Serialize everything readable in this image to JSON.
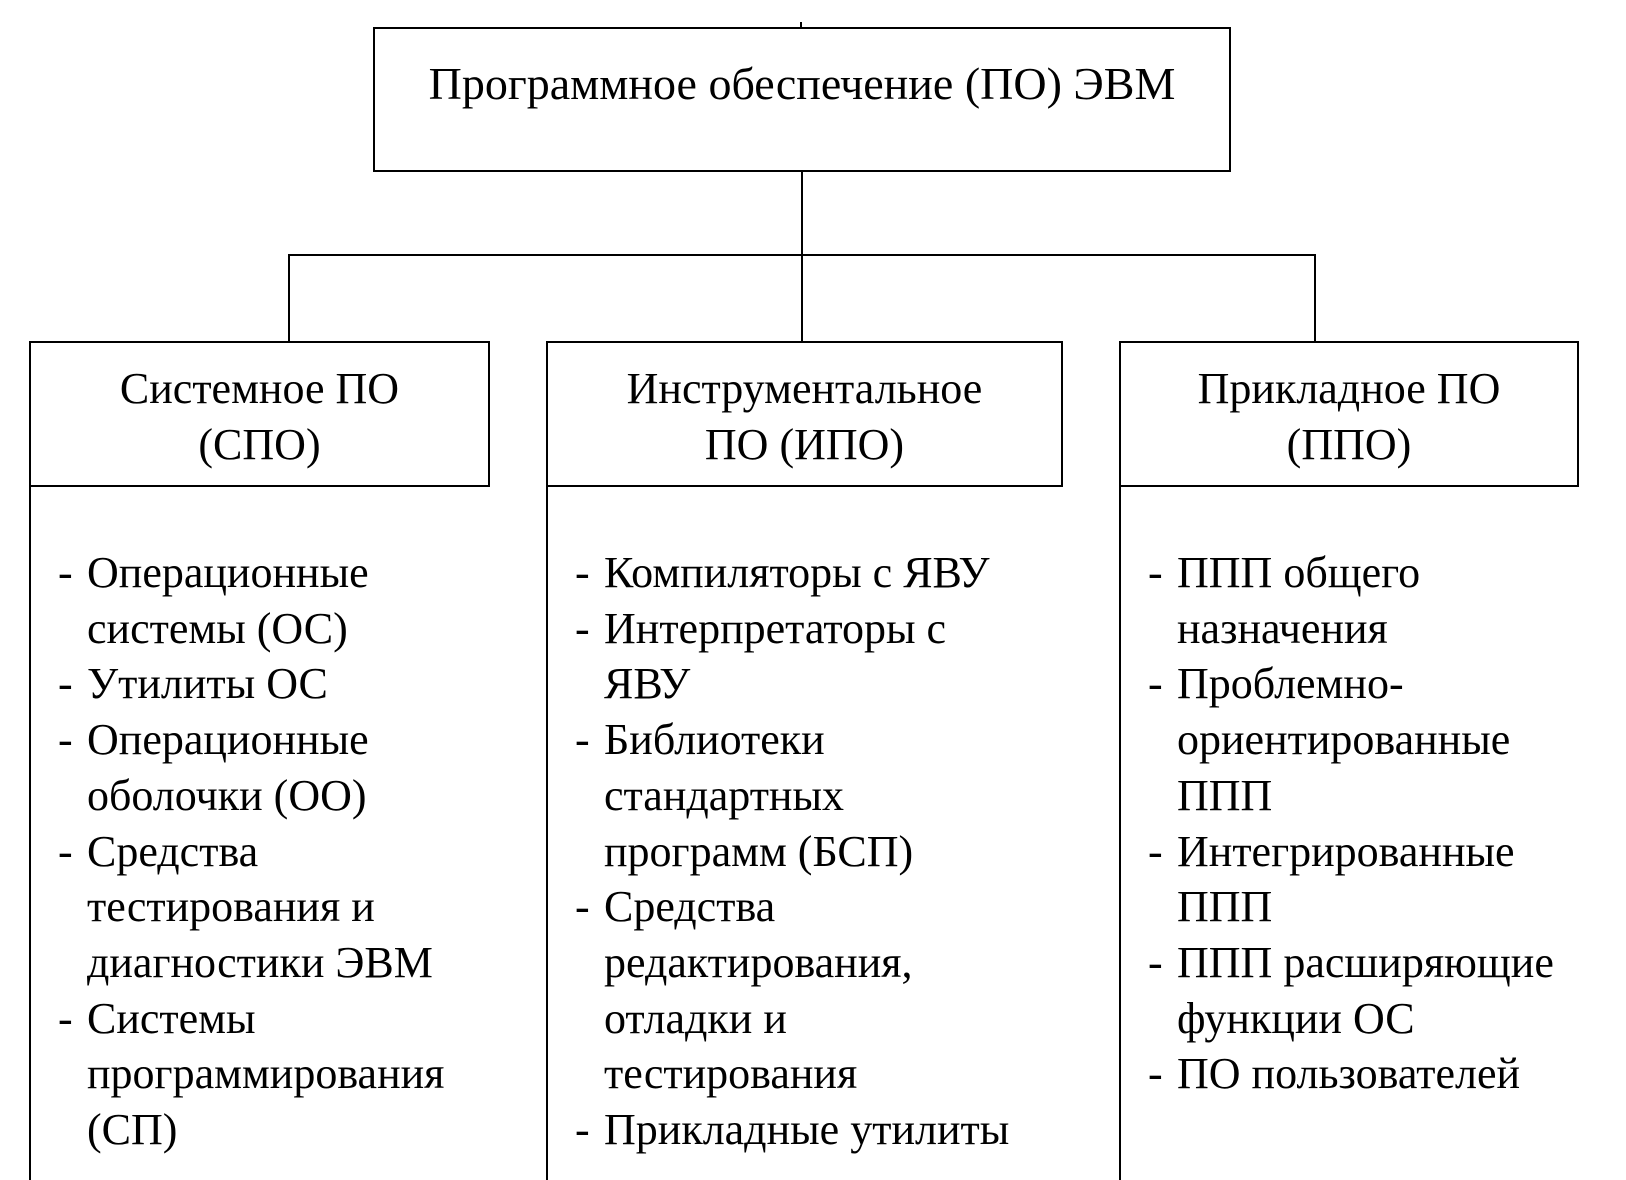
{
  "root": {
    "title": "Программное обеспечение (ПО) ЭВМ"
  },
  "categories": [
    {
      "line1": "Системное ПО",
      "line2": "(СПО)"
    },
    {
      "line1": "Инструментальное",
      "line2": "ПО (ИПО)"
    },
    {
      "line1": "Прикладное ПО",
      "line2": "(ППО)"
    }
  ],
  "lists": [
    [
      "Операционные\nсистемы (ОС)",
      "Утилиты ОС",
      "Операционные\nоболочки (ОО)",
      "Средства\nтестирования и\nдиагностики ЭВМ",
      "Системы\nпрограммирования\n(СП)"
    ],
    [
      "Компиляторы с ЯВУ",
      "Интерпретаторы с\nЯВУ",
      "Библиотеки\nстандартных\nпрограмм (БСП)",
      "Средства\nредактирования,\nотладки и\nтестирования",
      "Прикладные утилиты"
    ],
    [
      "ППП общего\nназначения",
      "Проблемно-\nориентированные\nППП",
      "Интегрированные\nППП",
      "ППП расширяющие\nфункции ОС",
      "ПО пользователей"
    ]
  ]
}
